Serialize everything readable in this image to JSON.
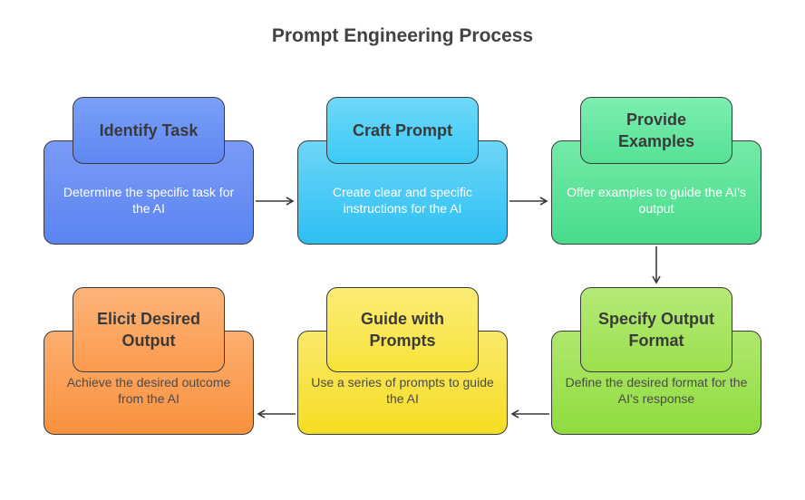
{
  "title": "Prompt Engineering Process",
  "steps": [
    {
      "title": "Identify Task",
      "desc": "Determine the specific task for the AI",
      "color": "#6c8ef5",
      "tab_color": "#5d86f0"
    },
    {
      "title": "Craft Prompt",
      "desc": "Create clear and specific instructions for the AI",
      "color": "#39c6f4",
      "tab_color": "#46cdf6"
    },
    {
      "title": "Provide Examples",
      "desc": "Offer examples to guide the AI's output",
      "color": "#52de92",
      "tab_color": "#5fe39c"
    },
    {
      "title": "Specify Output Format",
      "desc": "Define the desired format for the AI's response",
      "color": "#9be04e",
      "tab_color": "#a3e35a"
    },
    {
      "title": "Guide with Prompts",
      "desc": "Use a series of prompts to guide the AI",
      "color": "#f8e33a",
      "tab_color": "#fae84a"
    },
    {
      "title": "Elicit Desired Output",
      "desc": "Achieve the desired outcome from the AI",
      "color": "#fb9a4e",
      "tab_color": "#fca261"
    }
  ]
}
